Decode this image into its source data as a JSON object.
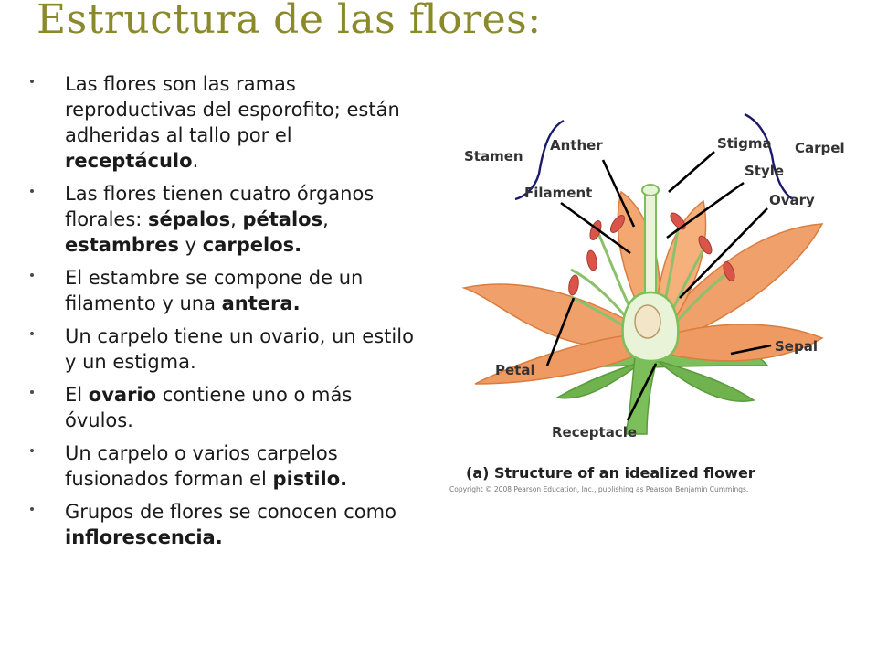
{
  "slide": {
    "title": "Estructura de las flores:",
    "bullets": [
      [
        {
          "t": "Las flores son las ramas reproductivas del esporofito; están adheridas al tallo por el "
        },
        {
          "t": "receptáculo",
          "b": true
        },
        {
          "t": "."
        }
      ],
      [
        {
          "t": "Las flores tienen cuatro órganos florales: "
        },
        {
          "t": "sépalos",
          "b": true
        },
        {
          "t": ", "
        },
        {
          "t": "pétalos",
          "b": true
        },
        {
          "t": ", "
        },
        {
          "t": "estambres",
          "b": true
        },
        {
          "t": " y "
        },
        {
          "t": "carpelos.",
          "b": true
        }
      ],
      [
        {
          "t": "El estambre se compone de un filamento y una "
        },
        {
          "t": "antera.",
          "b": true
        }
      ],
      [
        {
          "t": "Un carpelo tiene un ovario, un estilo y un estigma."
        }
      ],
      [
        {
          "t": "El "
        },
        {
          "t": "ovario",
          "b": true
        },
        {
          "t": " contiene uno o más óvulos."
        }
      ],
      [
        {
          "t": "Un carpelo o varios carpelos fusionados forman el "
        },
        {
          "t": "pistilo.",
          "b": true
        }
      ],
      [
        {
          "t": "Grupos de flores se conocen como "
        },
        {
          "t": "inflorescencia.",
          "b": true
        }
      ]
    ]
  },
  "figure": {
    "labels": {
      "anther": "Anther",
      "stamen": "Stamen",
      "filament": "Filament",
      "stigma": "Stigma",
      "carpel": "Carpel",
      "style": "Style",
      "ovary": "Ovary",
      "sepal": "Sepal",
      "petal": "Petal",
      "receptacle": "Receptacle"
    },
    "caption": "(a) Structure of an idealized flower",
    "copyright": "Copyright © 2008 Pearson Education, Inc., publishing as Pearson Benjamin Cummings.",
    "colors": {
      "petal": "#f0a06a",
      "petal_edge": "#d97d3e",
      "sepal": "#7cbf5a",
      "stamen_tip": "#d9554a",
      "ovary": "#e9f3d8"
    }
  }
}
